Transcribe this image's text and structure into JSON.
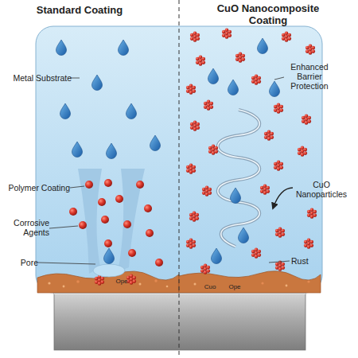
{
  "diagram": {
    "labels": [
      "Standard Coating",
      "CuO Nanocomposite Coating",
      "Metal Substrate",
      "Polymer Coating",
      "Corrosive Agents",
      "Pore",
      "Ope",
      "Enhanced Barrier Protection",
      "CuO Nanoparticles",
      "Rust",
      "Cuo",
      "Ope"
    ]
  }
}
